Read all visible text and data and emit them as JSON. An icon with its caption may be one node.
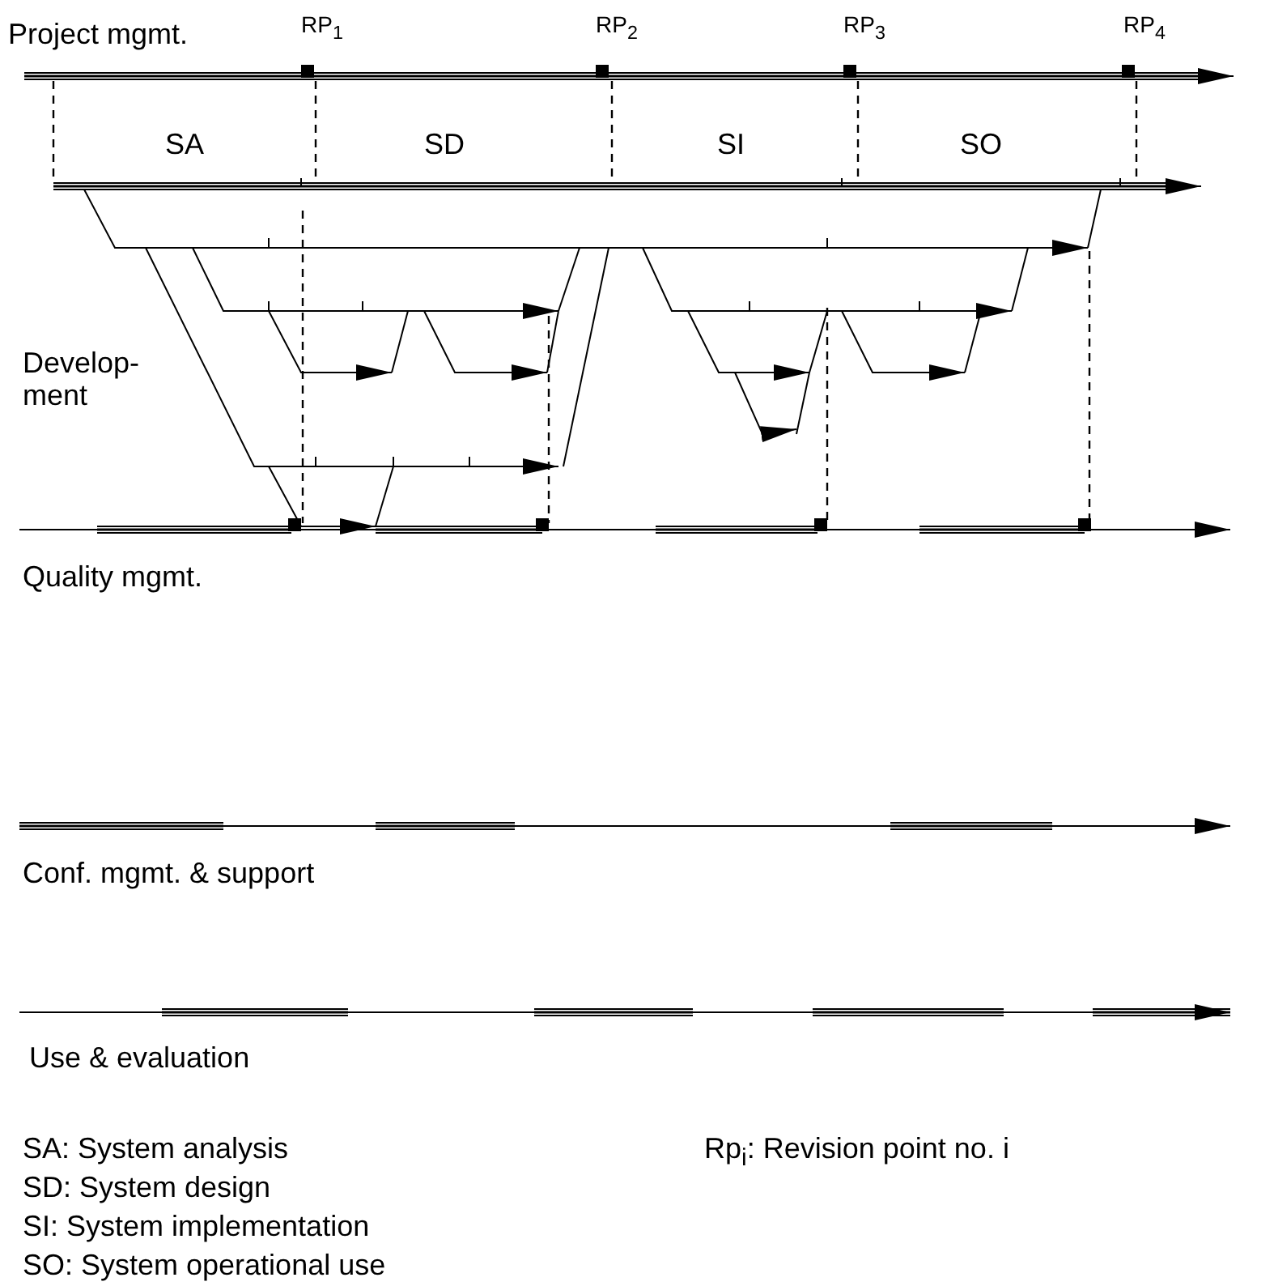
{
  "diagram": {
    "labels": [
      "Project mgmt.",
      "RP$_{1}$",
      "RP$_{2}$",
      "RP$_{3}$",
      "RP$_{4}$",
      "SA",
      "SD",
      "SI",
      "SO",
      "Develop- ment",
      "Quality mgmt.",
      "Conf. mgmt. & support",
      "Use & evaluation",
      "SA: System analysis",
      "Rp$_{i}$: Revision point no. i",
      "SD: System design",
      "SI: System implementation",
      "SO: System operational use"
    ]
  }
}
